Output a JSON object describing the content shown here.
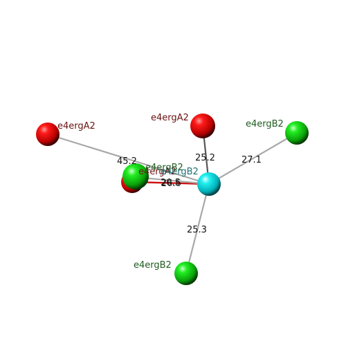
{
  "colors": {
    "red_label": "#6a1010",
    "green_label": "#1e5a1e",
    "cyan_label": "#1f6f73",
    "bond": "#a8a8a8",
    "bond_highlight": "#cc1111"
  },
  "spheres": {
    "red_left": {
      "label": "e4ergA2"
    },
    "red_top": {
      "label": "e4ergA2"
    },
    "green_right": {
      "label": "e4ergB2"
    },
    "green_bottom": {
      "label": "e4ergB2"
    },
    "green_center": {
      "label": "e4ergB2"
    },
    "red_center": {
      "label": "e4ergA2"
    },
    "cyan_center": {
      "label": "e4ergB2"
    }
  },
  "distances": {
    "left": "45.2",
    "top": "25.2",
    "right": "27.1",
    "bottom": "25.3",
    "center_a": "20.5",
    "center_b": "26.6"
  }
}
